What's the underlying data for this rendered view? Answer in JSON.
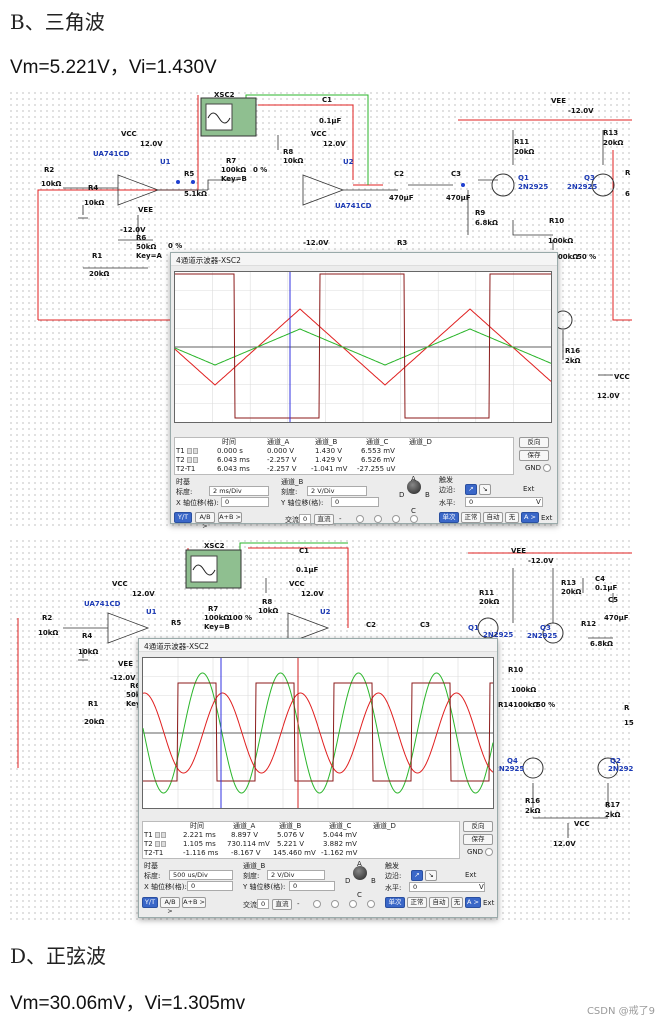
{
  "heading_top": "B、三角波",
  "meas_top": "Vm=5.221V，Vi=1.430V",
  "heading_bottom": "D、正弦波",
  "meas_bottom": "Vm=30.06mV，Vi=1.305mv",
  "watermark": "CSDN @戒了9",
  "colors": {
    "channel_a": "#e02020",
    "channel_b": "#2bb52b",
    "channel_c": "#8b1a1a",
    "cursor1": "#3030e0",
    "cursor2": "#d02020",
    "part_label": "#1d3bb5",
    "wire_red": "#e02020"
  },
  "circuit_top": {
    "xsc": "XSC2",
    "c1": "C1",
    "c1v": "0.1µF",
    "vee": "VEE",
    "vee_v": "-12.0V",
    "vcc": "VCC",
    "vcc_v": "12.0V",
    "r11": "R11",
    "r11v": "20kΩ",
    "r13": "R13",
    "r13v": "20kΩ",
    "u1": "U1",
    "u2": "U2",
    "ua1": "UA741CD",
    "ua2": "UA741CD",
    "vcc2": "VCC",
    "vcc2_v": "12.0V",
    "r8": "R8",
    "r8v": "10kΩ",
    "r7": "R7",
    "r7v": "100kΩ",
    "r7k": "Key=B",
    "r7p": "0 %",
    "r2": "R2",
    "r2v": "10kΩ",
    "r4": "R4",
    "r4v": "10kΩ",
    "r5": "R5",
    "r5v": "5.1kΩ",
    "vee2": "VEE",
    "vee2_v": "-12.0V",
    "vee3_v": "-12.0V",
    "r6": "R6",
    "r6v": "50kΩ",
    "r6k": "Key=A",
    "r6p": "0 %",
    "r1": "R1",
    "r1v": "20kΩ",
    "c2": "C2",
    "c2v": "470µF",
    "c3": "C3",
    "c3v": "470µF",
    "q1": "Q1",
    "q1t": "2N2925",
    "q3": "Q3",
    "q3t": "2N2925",
    "r9": "R9",
    "r9v": "6.8kΩ",
    "r10": "R10",
    "r10v": "100kΩ",
    "r3": "R3",
    "r14": "100kΩ",
    "r14p": "50 %",
    "r16": "R16",
    "r16v": "2kΩ",
    "vcc3": "VCC",
    "vcc3_v": "12.0V",
    "r_cut": "R",
    "six": "6"
  },
  "scope_top": {
    "title": "4通道示波器-XSC2",
    "headers": [
      "时间",
      "通道_A",
      "通道_B",
      "通道_C",
      "通道_D"
    ],
    "rows": [
      {
        "label": "T1",
        "time": "0.000 s",
        "a": "0.000 V",
        "b": "1.430 V",
        "c": "6.553 mV"
      },
      {
        "label": "T2",
        "time": "6.043 ms",
        "a": "-2.257 V",
        "b": "1.429 V",
        "c": "6.526 mV"
      },
      {
        "label": "T2-T1",
        "time": "6.043 ms",
        "a": "-2.257 V",
        "b": "-1.041 mV",
        "c": "-27.255 uV"
      }
    ],
    "btn_reverse": "反向",
    "btn_save": "保存",
    "gnd": "GND",
    "timebase": "时基",
    "scale_lbl": "标度:",
    "scale_val": "2 ms/Div",
    "xoff_lbl": "X 轴位移(格):",
    "xoff_val": "0",
    "channel_lbl": "通道_B",
    "ch_scale_lbl": "刻度:",
    "ch_scale_val": "2  V/Div",
    "yoff_lbl": "Y 轴位移(格):",
    "yoff_val": "0",
    "knob_d": "D",
    "knob_a": "A",
    "knob_b": "B",
    "knob_c": "C",
    "trigger": "触发",
    "edge_lbl": "边沿:",
    "edge_rise": "↗",
    "edge_fall": "↘",
    "ext": "Ext",
    "level_lbl": "水平:",
    "level_val": "0",
    "level_unit": "V",
    "yt": "Y/T",
    "ab": "A/B >",
    "apb": "A+B >",
    "ac": "交流",
    "zero": "0",
    "dc": "直流",
    "minus": "-",
    "single": "单次",
    "normal": "正常",
    "auto": "自动",
    "none": "无",
    "a_gt": "A >",
    "ext2": "Ext"
  },
  "circuit_bottom": {
    "xsc": "XSC2",
    "c1": "C1",
    "c1v": "0.1µF",
    "vee": "VEE",
    "vee_v": "-12.0V",
    "vcc": "VCC",
    "vcc_v": "12.0V",
    "r11": "R11",
    "r11v": "20kΩ",
    "r13": "R13",
    "r13v": "20kΩ",
    "c4": "C4",
    "c4v": "0.1µF",
    "c5": "C5",
    "c5v": "470µF",
    "ua1": "UA741CD",
    "u1": "U1",
    "u2": "U2",
    "vcc2": "VCC",
    "vcc2_v": "12.0V",
    "r7": "R7",
    "r7v": "100kΩ",
    "r7k": "Key=B",
    "r7p": "100 %",
    "r8": "R8",
    "r8v": "10kΩ",
    "r2": "R2",
    "r2v": "10kΩ",
    "r4": "R4",
    "r4v": "10kΩ",
    "r5": "R5",
    "vee2": "VEE",
    "vee2_v": "-12.0V",
    "r6": "R6",
    "r6v": "50kΩ",
    "r6k": "Key=A",
    "r1": "R1",
    "r1v": "20kΩ",
    "c2": "C2",
    "c3": "C3",
    "q1": "Q1",
    "q1t": "2N2925",
    "q3": "Q3",
    "q3t": "2N2925",
    "r12": "R12",
    "r12v": "6.8kΩ",
    "r10": "R10",
    "r10v": "100kΩ",
    "r14": "R14100kΩ",
    "r14p": "50 %",
    "r15": "15",
    "q4": "Q4",
    "q4t": "2N2925",
    "q2": "Q2",
    "q2t": "2N292",
    "r16": "R16",
    "r16v": "2kΩ",
    "r17": "R17",
    "r17v": "2kΩ",
    "vcc3": "VCC",
    "vcc3_v": "12.0V",
    "r_cut": "R"
  },
  "scope_bottom": {
    "title": "4通道示波器-XSC2",
    "headers": [
      "时间",
      "通道_A",
      "通道_B",
      "通道_C",
      "通道_D"
    ],
    "rows": [
      {
        "label": "T1",
        "time": "2.221 ms",
        "a": "8.897 V",
        "b": "5.076 V",
        "c": "5.044 mV"
      },
      {
        "label": "T2",
        "time": "1.105 ms",
        "a": "730.114 mV",
        "b": "5.221 V",
        "c": "3.882 mV"
      },
      {
        "label": "T2-T1",
        "time": "-1.116 ms",
        "a": "-8.167 V",
        "b": "145.460 mV",
        "c": "-1.162 mV"
      }
    ],
    "btn_reverse": "反向",
    "btn_save": "保存",
    "gnd": "GND",
    "timebase": "时基",
    "scale_lbl": "标度:",
    "scale_val": "500 us/Div",
    "xoff_lbl": "X 轴位移(格):",
    "xoff_val": "0",
    "channel_lbl": "通道_B",
    "ch_scale_lbl": "刻度:",
    "ch_scale_val": "2  V/Div",
    "yoff_lbl": "Y 轴位移(格):",
    "yoff_val": "0",
    "knob_d": "D",
    "knob_a": "A",
    "knob_b": "B",
    "knob_c": "C",
    "trigger": "触发",
    "edge_lbl": "边沿:",
    "edge_rise": "↗",
    "edge_fall": "↘",
    "ext": "Ext",
    "level_lbl": "水平:",
    "level_val": "0",
    "level_unit": "V",
    "yt": "Y/T",
    "ab": "A/B >",
    "apb": "A+B >",
    "ac": "交流",
    "zero": "0",
    "dc": "直流",
    "minus": "-",
    "single": "单次",
    "normal": "正常",
    "auto": "自动",
    "none": "无",
    "a_gt": "A >",
    "ext2": "Ext"
  }
}
